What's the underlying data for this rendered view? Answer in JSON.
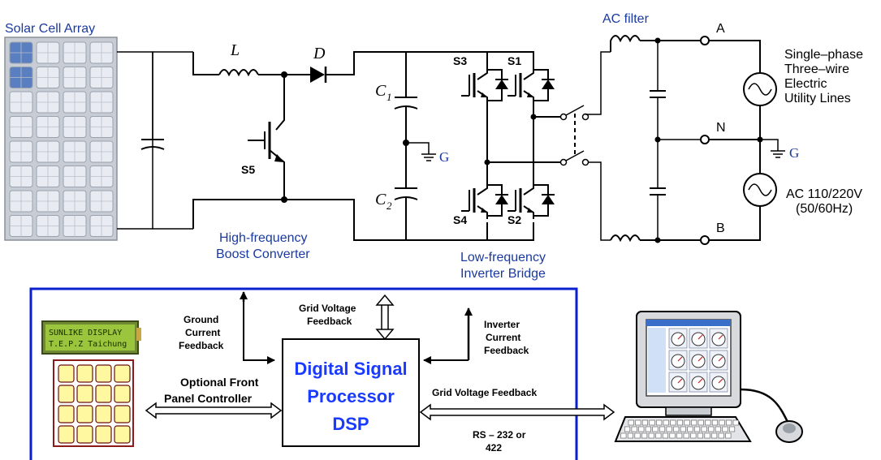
{
  "labels": {
    "solar_array": "Solar Cell Array",
    "inductor": "L",
    "diode": "D",
    "cap_c1": "C",
    "cap_c1_sub": "1",
    "cap_c2": "C",
    "cap_c2_sub": "2",
    "ground_g1": "G",
    "ground_g2": "G",
    "switch_s1": "S1",
    "switch_s2": "S2",
    "switch_s3": "S3",
    "switch_s4": "S4",
    "switch_s5": "S5",
    "ac_filter": "AC filter",
    "node_a": "A",
    "node_n": "N",
    "node_b": "B",
    "utility_line1": "Single–phase",
    "utility_line2": "Three–wire",
    "utility_line3": "Electric",
    "utility_line4": "Utility Lines",
    "ac_voltage_line1": "AC 110/220V",
    "ac_voltage_line2": "(50/60Hz)",
    "boost_line1": "High-frequency",
    "boost_line2": "Boost Converter",
    "inverter_line1": "Low-frequency",
    "inverter_line2": "Inverter Bridge",
    "ground_current_line1": "Ground",
    "ground_current_line2": "Current",
    "ground_current_line3": "Feedback",
    "grid_voltage_top_line1": "Grid Voltage",
    "grid_voltage_top_line2": "Feedback",
    "inverter_current_line1": "Inverter",
    "inverter_current_line2": "Current",
    "inverter_current_line3": "Feedback",
    "front_panel_line1": "Optional Front",
    "front_panel_line2": "Panel Controller",
    "grid_voltage_right": "Grid Voltage Feedback",
    "rs232_line1": "RS – 232 or",
    "rs232_line2": "422",
    "dsp_line1": "Digital Signal",
    "dsp_line2": "Processor",
    "dsp_line3": "DSP",
    "lcd_line1": "SUNLIKE DISPLAY",
    "lcd_line2": "T.E.P.Z Taichung"
  },
  "colors": {
    "wire": "#000000",
    "control_border": "#0a1fd0",
    "dsp_text": "#1a3aff",
    "annotation_blue": "#1a3aa0",
    "lcd_background": "#9bc53d",
    "keypad_fill": "#fff8a0",
    "keypad_border": "#8b1a1a",
    "solar_frame": "#c8ccd4",
    "solar_cell": "#e8ecf2",
    "solar_cell_highlight": "#5a7fc0"
  }
}
